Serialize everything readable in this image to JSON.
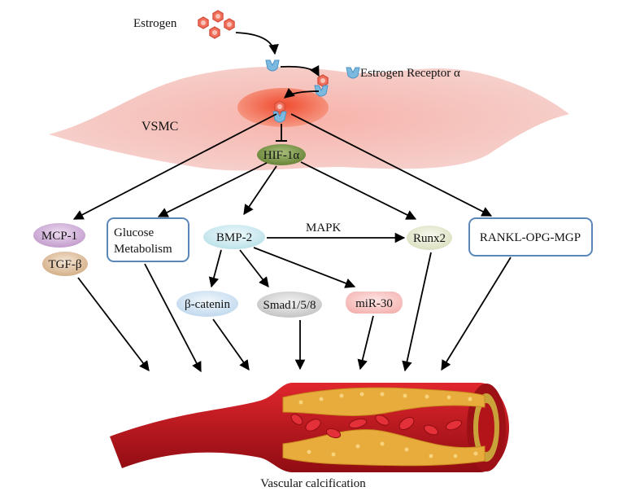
{
  "labels": {
    "estrogen": "Estrogen",
    "receptor": "Estrogen Receptor α",
    "cell": "VSMC",
    "hif": "HIF-1α",
    "mcp": "MCP-1",
    "tgf": "TGF-β",
    "glucose_line1": "Glucose",
    "glucose_line2": "Metabolism",
    "bmp": "BMP-2",
    "mapk": "MAPK",
    "runx": "Runx2",
    "rankl": "RANKL-OPG-MGP",
    "catenin": "β-catenin",
    "smad": "Smad1/5/8",
    "mir": "miR-30",
    "caption": "Vascular calcification"
  },
  "colors": {
    "cell": "#f3c4c0",
    "nucleus": "#f26b4f",
    "hif": "#6e8a3c",
    "mcp": "#c7a3cf",
    "tgf": "#d9b996",
    "bmp": "#c9e8ee",
    "runx": "#e4e8cf",
    "catenin": "#cfe3f4",
    "smad": "#d5d5d5",
    "mir": "#f8c9c7",
    "box_border": "#5a87b8",
    "vessel": "#c8161d",
    "plaque": "#e6a83a"
  }
}
